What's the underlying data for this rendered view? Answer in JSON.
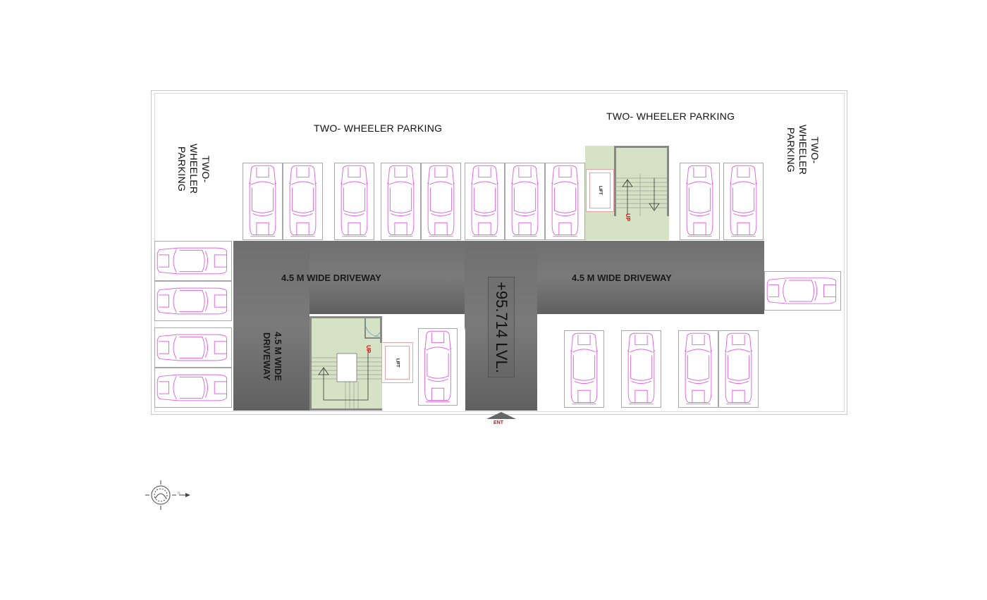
{
  "plan": {
    "labels": {
      "two_wheeler_top_left": "TWO- WHEELER PARKING",
      "two_wheeler_top_right": "TWO- WHEELER PARKING",
      "two_wheeler_left_vertical": "TWO- WHEELER PARKING",
      "two_wheeler_right_vertical": "TWO- WHEELER PARKING",
      "driveway_left": "4.5 M WIDE DRIVEWAY",
      "driveway_right": "4.5 M WIDE DRIVEWAY",
      "driveway_vertical": "4.5 M WIDE DRIVEWAY",
      "level": "+95.714 LVL.",
      "entry": "ENT",
      "lift_top": "LIFT",
      "lift_bottom": "LIFT",
      "stair_up_top": "UP",
      "stair_up_bottom": "UP"
    },
    "colors": {
      "driveway": "#6e6e6e",
      "car_outline": "#e066e0",
      "stair_fill": "#d5e3c4",
      "lift_outline": "#e4a4a4",
      "entry_text": "#e01010",
      "slot_border": "#a8a8a8"
    },
    "parking": {
      "top_row_count": 10,
      "left_column_count": 4,
      "bottom_row_count": 5,
      "right_side_count": 1,
      "total_car_slots": 20
    },
    "compass": {
      "icon": "north-arrow-compass",
      "direction": "east"
    }
  }
}
